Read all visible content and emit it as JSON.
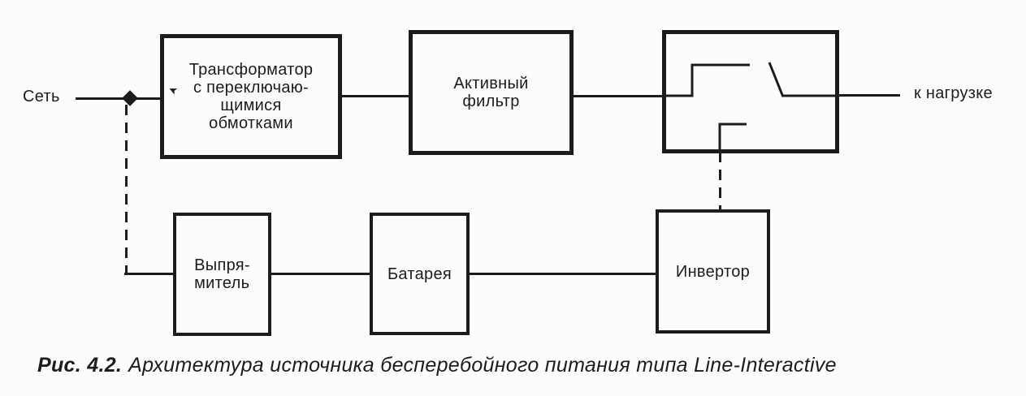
{
  "figure": {
    "caption_prefix": "Рис. 4.2.",
    "caption_text": "Архитектура источника бесперебойного питания типа Line-Interactive"
  },
  "diagram": {
    "source_label": "Сеть",
    "load_label": "к нагрузке",
    "boxes": {
      "transformer": {
        "lines": [
          "Трансформатор",
          "с переключаю-",
          "щимися",
          "обмотками"
        ]
      },
      "active_filter": {
        "lines": [
          "Активный",
          "фильтр"
        ]
      },
      "rectifier": {
        "lines": [
          "Выпря-",
          "митель"
        ]
      },
      "battery": {
        "label": "Батарея"
      },
      "inverter": {
        "label": "Инвертор"
      }
    },
    "icons": {
      "tap_arrow": "➤",
      "transfer_switch": "changeover-switch"
    },
    "colors": {
      "ink": "#1c1c1c",
      "paper": "#fcfcfb"
    }
  }
}
